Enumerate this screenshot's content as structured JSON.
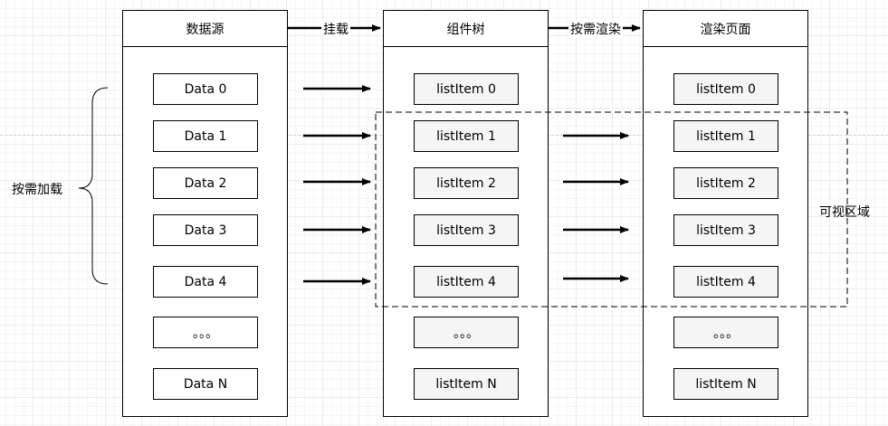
{
  "columns": [
    {
      "title": "数据源",
      "items": [
        "Data 0",
        "Data 1",
        "Data 2",
        "Data 3",
        "Data 4",
        "。。。",
        "Data N"
      ]
    },
    {
      "title": "组件树",
      "items": [
        "listItem 0",
        "listItem 1",
        "listItem 2",
        "listItem 3",
        "listItem 4",
        "。。。",
        "listItem N"
      ]
    },
    {
      "title": "渲染页面",
      "items": [
        "listItem 0",
        "listItem 1",
        "listItem 2",
        "listItem 3",
        "listItem 4",
        "。。。",
        "listItem N"
      ]
    }
  ],
  "flows": {
    "mount": "挂载",
    "render_on_demand": "按需渲染"
  },
  "labels": {
    "load_on_demand": "按需加载",
    "visible_area": "可视区域"
  },
  "colors": {
    "cell_fill_gray": "#f5f5f5",
    "border": "#000000"
  }
}
